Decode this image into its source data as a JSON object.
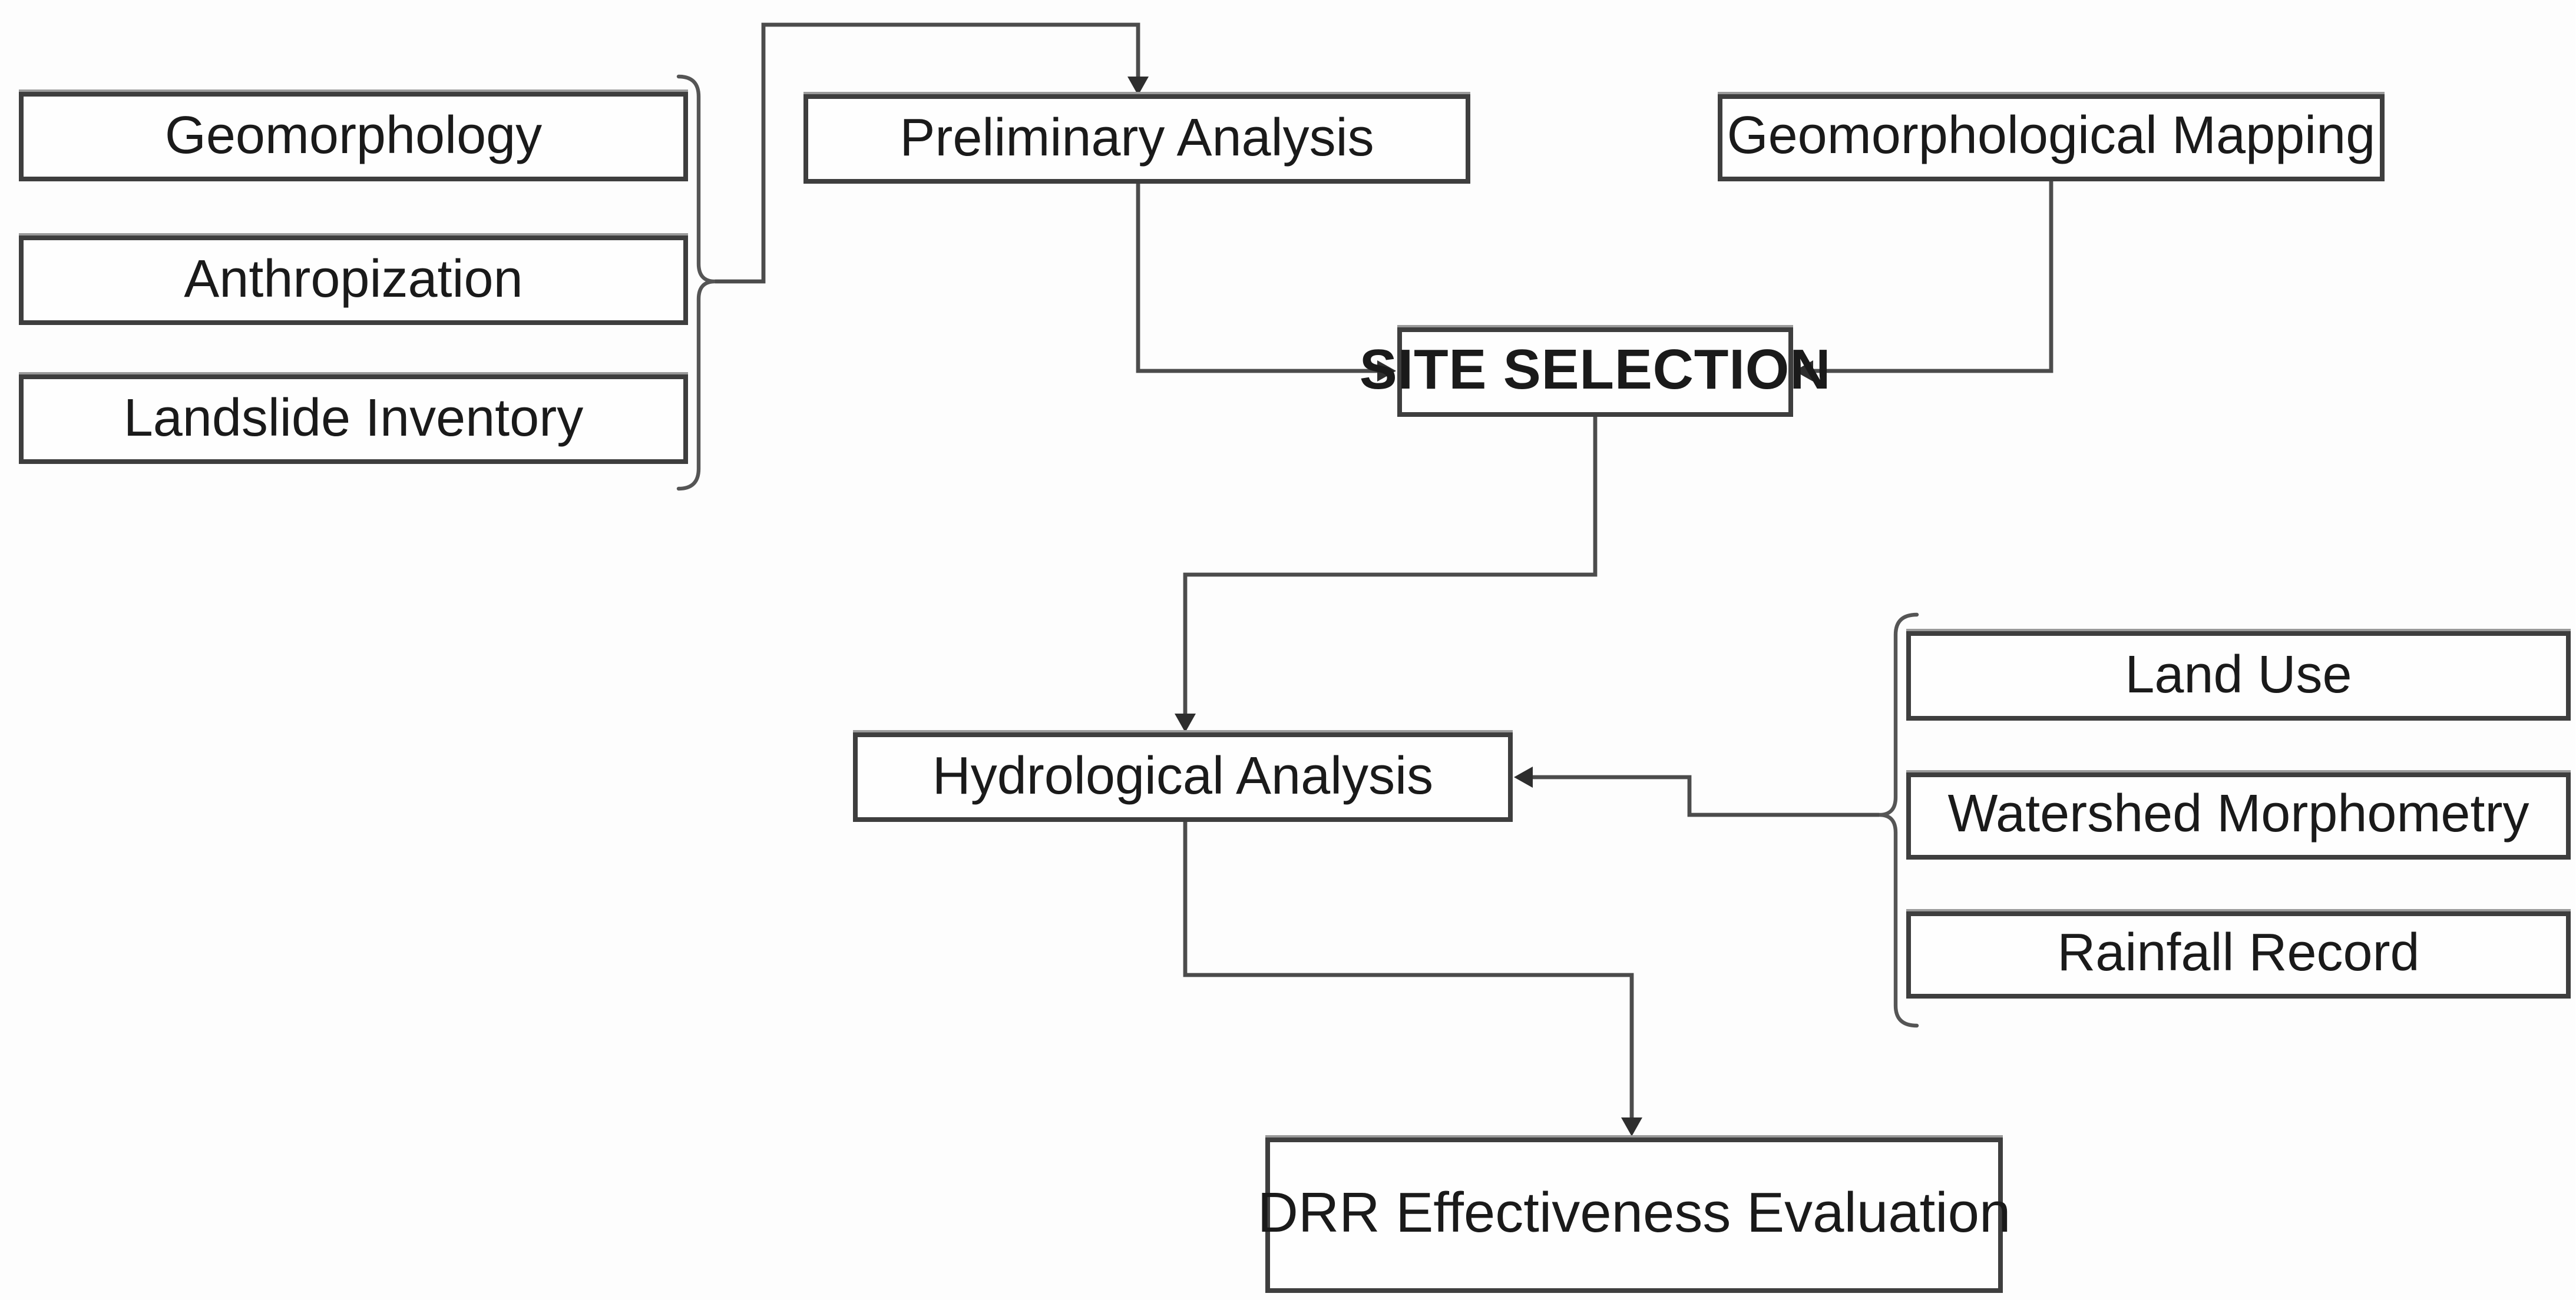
{
  "flowchart": {
    "nodes": {
      "geomorphology": {
        "label": "Geomorphology"
      },
      "anthropization": {
        "label": "Anthropization"
      },
      "landslide_inventory": {
        "label": "Landslide Inventory"
      },
      "preliminary_analysis": {
        "label": "Preliminary Analysis"
      },
      "geomorphological_mapping": {
        "label": "Geomorphological Mapping"
      },
      "site_selection": {
        "label": "SITE SELECTION"
      },
      "hydrological_analysis": {
        "label": "Hydrological Analysis"
      },
      "land_use": {
        "label": "Land Use"
      },
      "watershed_morphometry": {
        "label": "Watershed Morphometry"
      },
      "rainfall_record": {
        "label": "Rainfall Record"
      },
      "drr_effectiveness_evaluation": {
        "label": "DRR Effectiveness Evaluation"
      }
    },
    "groups": [
      {
        "id": "left-input-group",
        "members": [
          "geomorphology",
          "anthropization",
          "landslide_inventory"
        ]
      },
      {
        "id": "right-input-group",
        "members": [
          "land_use",
          "watershed_morphometry",
          "rainfall_record"
        ]
      }
    ],
    "edges": [
      {
        "from": "left-input-group",
        "to": "preliminary_analysis"
      },
      {
        "from": "preliminary_analysis",
        "to": "site_selection"
      },
      {
        "from": "geomorphological_mapping",
        "to": "site_selection"
      },
      {
        "from": "site_selection",
        "to": "hydrological_analysis"
      },
      {
        "from": "right-input-group",
        "to": "hydrological_analysis"
      },
      {
        "from": "hydrological_analysis",
        "to": "drr_effectiveness_evaluation"
      }
    ],
    "colors": {
      "background": "#fdfdfd",
      "box_fill": "#fefefe",
      "box_border": "#3e3e3e",
      "line": "#4c4c4c",
      "text": "#1a1a1a"
    }
  }
}
